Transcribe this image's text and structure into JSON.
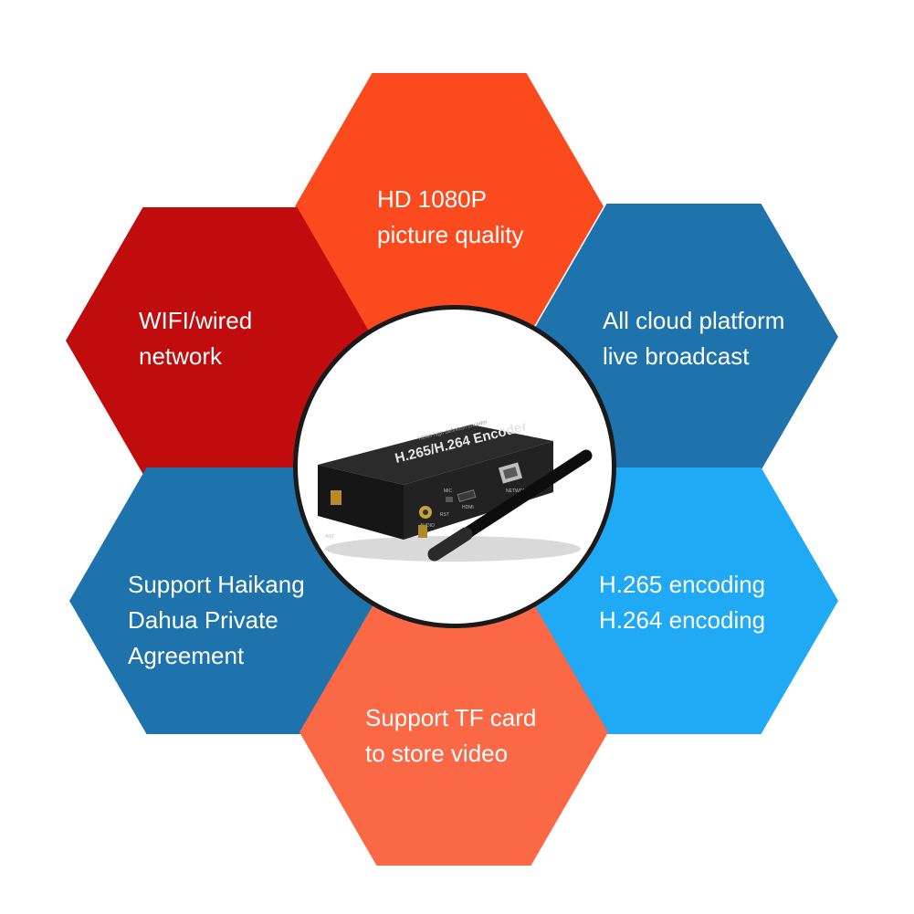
{
  "colors": {
    "hex_top": "#fb4a1e",
    "hex_left": "#c00c0c",
    "hex_right": "#1f73ad",
    "hex_botleft": "#1f73ad",
    "hex_botright": "#20a9f4",
    "hex_bottom": "#fb6846",
    "circle_border": "#1a1a1a"
  },
  "features": {
    "top": [
      "HD 1080P",
      "picture quality"
    ],
    "left": [
      "WIFI/wired",
      "network"
    ],
    "right": [
      "All cloud platform",
      "live broadcast"
    ],
    "botleft": [
      "Support Haikang",
      "Dahua Private",
      "Agreement"
    ],
    "botright": [
      "H.265 encoding",
      "H.264 encoding"
    ],
    "bottom": [
      "Support TF card",
      "to store video"
    ]
  },
  "device": {
    "label": "H.265/H.264 Encoder",
    "subtitle": "HDMI high definition encoder",
    "ports": [
      "AUDIO",
      "MIC",
      "RST",
      "HDMI",
      "NETWORK",
      "ANT"
    ]
  }
}
